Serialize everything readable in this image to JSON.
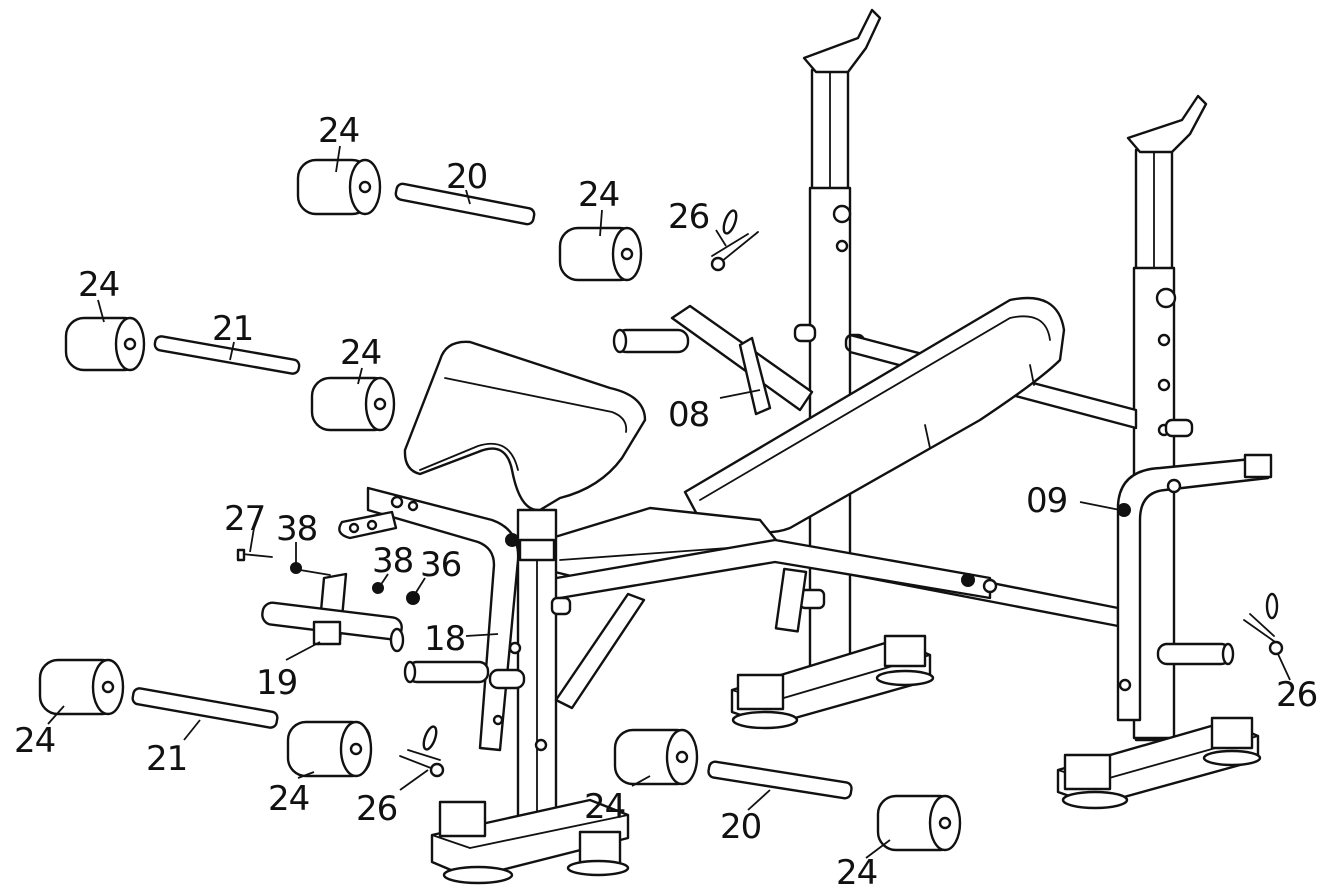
{
  "callouts": {
    "c24_top_left": "24",
    "c20_top": "20",
    "c24_top_right": "24",
    "c26_top": "26",
    "c24_mid_left": "24",
    "c21_mid": "21",
    "c24_mid_right": "24",
    "c08": "08",
    "c09": "09",
    "c27": "27",
    "c38_a": "38",
    "c38_b": "38",
    "c36": "36",
    "c18": "18",
    "c19": "19",
    "c26_right": "26",
    "c24_bl_left": "24",
    "c21_bottom": "21",
    "c24_bl_right": "24",
    "c26_bottom": "26",
    "c24_br_left": "24",
    "c20_bottom": "20",
    "c24_br_right": "24"
  },
  "icons": [
    "foam-roller-icon",
    "roller-bar-icon",
    "spring-clip-icon",
    "weight-bench-icon",
    "barbell-rack-icon"
  ]
}
